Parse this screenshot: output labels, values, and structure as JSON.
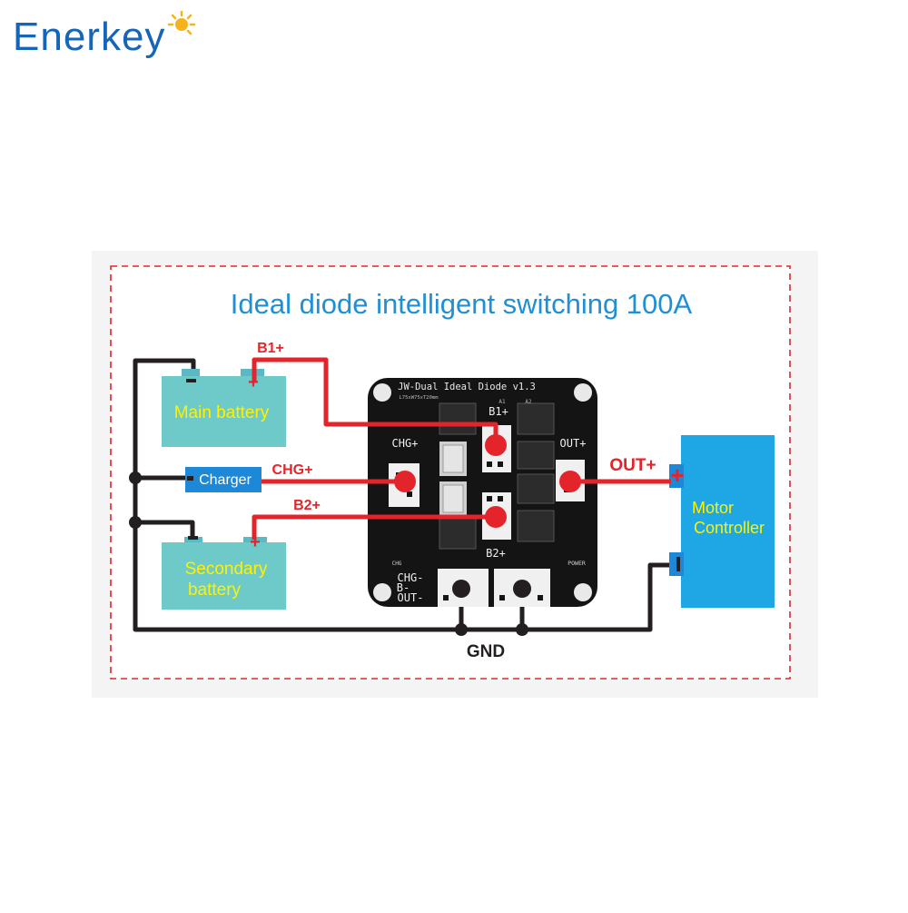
{
  "brand": {
    "name": "Enerkey"
  },
  "diagram": {
    "title": "Ideal diode intelligent switching 100A",
    "main_battery": "Main battery",
    "secondary_battery_line1": "Secondary",
    "secondary_battery_line2": "battery",
    "charger": "Charger",
    "motor_controller_line1": "Motor",
    "motor_controller_line2": "Controller",
    "wire_b1": "B1+",
    "wire_b2": "B2+",
    "wire_chg": "CHG+",
    "wire_out": "OUT+",
    "gnd": "GND",
    "plus_sign": "+",
    "board": {
      "title": "JW-Dual Ideal Diode v1.3",
      "dims": "L75xW75xT20mm",
      "b1": "B1+",
      "b2": "B2+",
      "chg": "CHG+",
      "out": "OUT+",
      "neg_chg": "CHG-",
      "neg_b": "B-",
      "neg_out": "OUT-",
      "led_chg": "CHG",
      "led_power": "POWER",
      "mark_a1": "A1",
      "mark_a2": "A2"
    }
  },
  "colors": {
    "brand_blue": "#1565b8",
    "title_blue": "#1f8fd6",
    "battery_teal": "#6ec9c9",
    "battery_text": "#fff200",
    "controller_blue": "#1ea7e4",
    "charger_blue": "#1e88d8",
    "wire_red": "#e3252b",
    "wire_black": "#231f20",
    "dash_red": "#e0262c",
    "board_black": "#141414"
  }
}
